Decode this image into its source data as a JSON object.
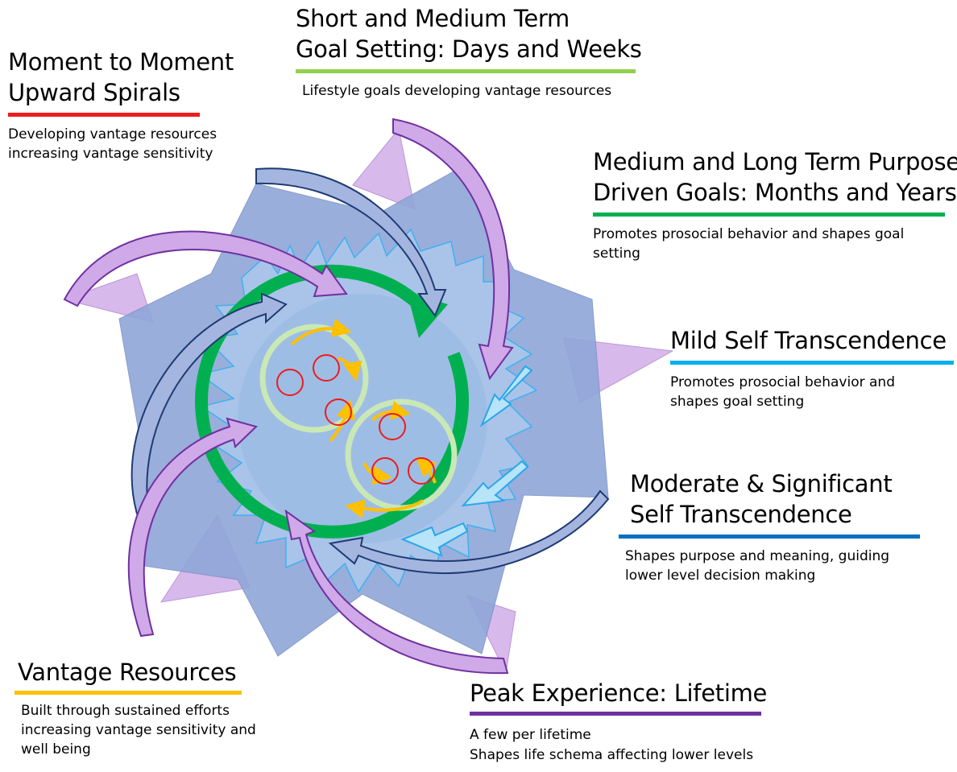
{
  "colors": {
    "moment": "#ee1c1c",
    "short_term": "#92d050",
    "long_term": "#00b050",
    "mild": "#00b0f0",
    "moderate": "#0070c0",
    "vantage": "#ffc000",
    "peak": "#7030a0",
    "green_ring": "#00b050",
    "lilac": "#d6b6ea"
  },
  "labels": {
    "moment": {
      "title_line1": "Moment to Moment",
      "title_line2": "Upward Spirals",
      "desc_line1": "Developing vantage resources",
      "desc_line2": "increasing vantage sensitivity"
    },
    "short_term": {
      "title_line1": "Short and Medium Term",
      "title_line2": "Goal Setting: Days and Weeks",
      "desc_line1": "Lifestyle goals developing vantage resources"
    },
    "long_term": {
      "title_line1": "Medium and Long Term Purpose",
      "title_line2": "Driven Goals: Months and Years",
      "desc_line1": "Promotes prosocial behavior and shapes goal",
      "desc_line2": "setting"
    },
    "mild": {
      "title_line1": "Mild Self Transcendence",
      "desc_line1": "Promotes prosocial behavior and",
      "desc_line2": "shapes goal setting"
    },
    "moderate": {
      "title_line1": "Moderate & Significant",
      "title_line2": "Self Transcendence",
      "desc_line1": "Shapes purpose and meaning, guiding",
      "desc_line2": "lower level decision making"
    },
    "vantage": {
      "title_line1": "Vantage Resources",
      "desc_line1": "Built through sustained efforts",
      "desc_line2": "increasing vantage sensitivity and",
      "desc_line3": "well being"
    },
    "peak": {
      "title_line1": "Peak Experience: Lifetime",
      "desc_line1": "A few per lifetime",
      "desc_line2": "Shapes life schema affecting lower levels"
    }
  }
}
